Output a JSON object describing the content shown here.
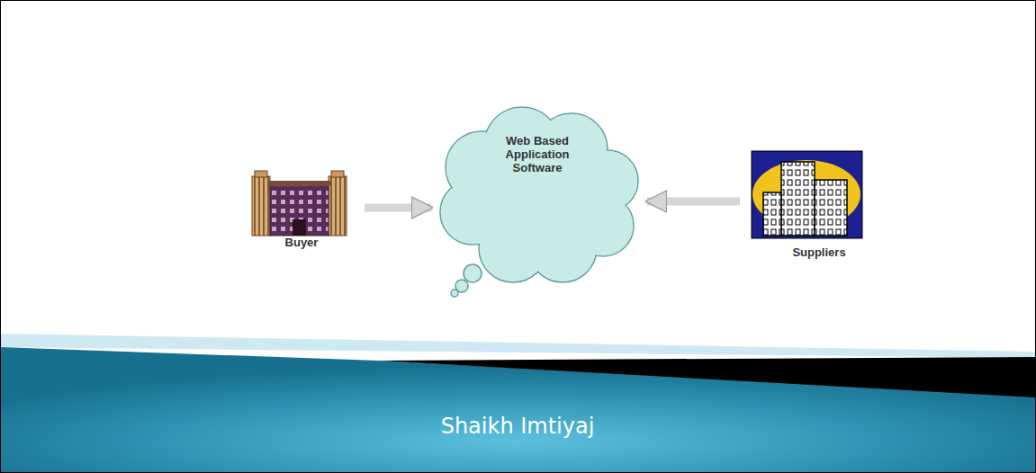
{
  "diagram": {
    "nodes": [
      {
        "text": [
          "Buyer"
        ]
      },
      {
        "text": [
          "Web Based Application Software"
        ]
      },
      {
        "text": [
          "Suppliers"
        ]
      }
    ],
    "edges": [
      {
        "from": 0,
        "to": 1,
        "arrow": "to"
      },
      {
        "from": 2,
        "to": 1,
        "arrow": "to"
      }
    ],
    "labels": [
      "Shaikh Imtiyaj"
    ]
  }
}
